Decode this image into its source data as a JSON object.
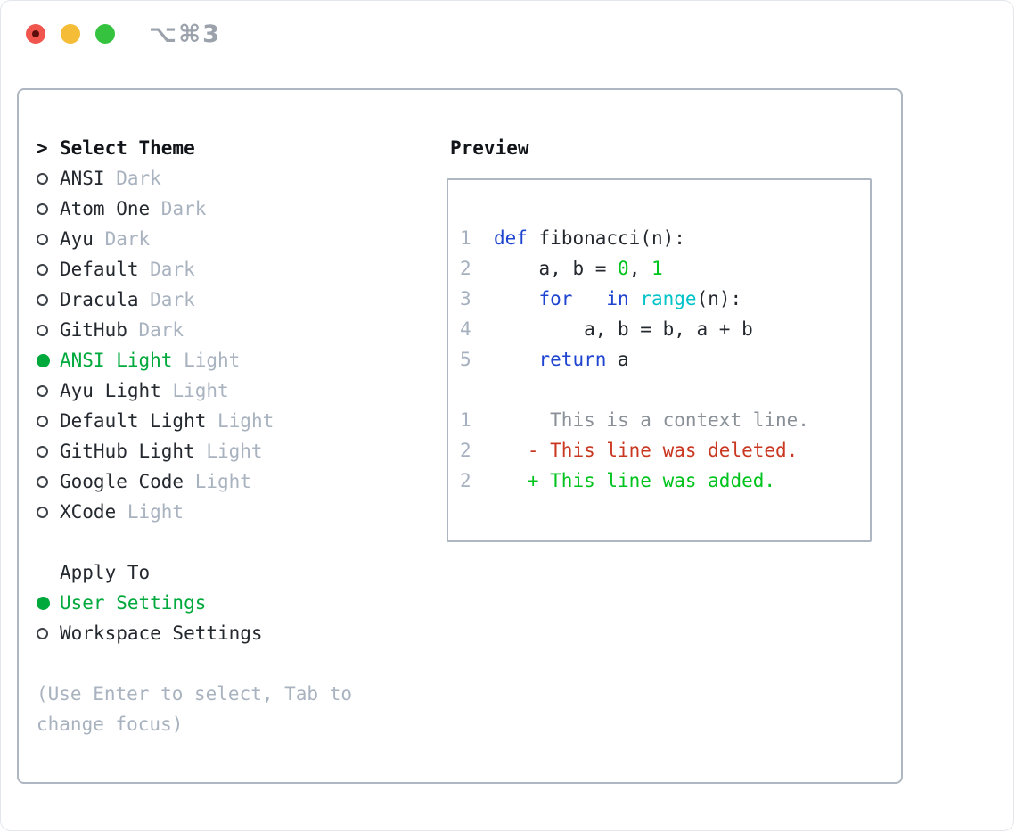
{
  "window": {
    "title": "⌥⌘3"
  },
  "theme_selector": {
    "prompt": ">",
    "header": "Select Theme",
    "themes": [
      {
        "name": "ANSI",
        "tag": "Dark",
        "selected": false
      },
      {
        "name": "Atom One",
        "tag": "Dark",
        "selected": false
      },
      {
        "name": "Ayu",
        "tag": "Dark",
        "selected": false
      },
      {
        "name": "Default",
        "tag": "Dark",
        "selected": false
      },
      {
        "name": "Dracula",
        "tag": "Dark",
        "selected": false
      },
      {
        "name": "GitHub",
        "tag": "Dark",
        "selected": false
      },
      {
        "name": "ANSI Light",
        "tag": "Light",
        "selected": true
      },
      {
        "name": "Ayu Light",
        "tag": "Light",
        "selected": false
      },
      {
        "name": "Default Light",
        "tag": "Light",
        "selected": false
      },
      {
        "name": "GitHub Light",
        "tag": "Light",
        "selected": false
      },
      {
        "name": "Google Code",
        "tag": "Light",
        "selected": false
      },
      {
        "name": "XCode",
        "tag": "Light",
        "selected": false
      }
    ],
    "apply_to": {
      "label": "Apply To",
      "options": [
        {
          "name": "User Settings",
          "selected": true
        },
        {
          "name": "Workspace Settings",
          "selected": false
        }
      ]
    },
    "hint": "(Use Enter to select, Tab to change focus)"
  },
  "preview": {
    "label": "Preview",
    "lines": [
      {
        "num": "1",
        "segs": [
          {
            "t": "  ",
            "c": "plain"
          },
          {
            "t": "def",
            "c": "kw"
          },
          {
            "t": " fibonacci(n):",
            "c": "plain"
          }
        ]
      },
      {
        "num": "2",
        "segs": [
          {
            "t": "      a, b = ",
            "c": "plain"
          },
          {
            "t": "0",
            "c": "num"
          },
          {
            "t": ", ",
            "c": "plain"
          },
          {
            "t": "1",
            "c": "num"
          }
        ]
      },
      {
        "num": "3",
        "segs": [
          {
            "t": "      ",
            "c": "plain"
          },
          {
            "t": "for",
            "c": "kw"
          },
          {
            "t": " _ ",
            "c": "plain"
          },
          {
            "t": "in",
            "c": "kw"
          },
          {
            "t": " ",
            "c": "plain"
          },
          {
            "t": "range",
            "c": "builtin"
          },
          {
            "t": "(n):",
            "c": "plain"
          }
        ]
      },
      {
        "num": "4",
        "segs": [
          {
            "t": "          a, b = b, a + b",
            "c": "plain"
          }
        ]
      },
      {
        "num": "5",
        "segs": [
          {
            "t": "      ",
            "c": "plain"
          },
          {
            "t": "return",
            "c": "kw"
          },
          {
            "t": " a",
            "c": "plain"
          }
        ]
      },
      {
        "num": "",
        "segs": []
      },
      {
        "num": "1",
        "segs": [
          {
            "t": "       This is a context line.",
            "c": "ctx"
          }
        ]
      },
      {
        "num": "2",
        "segs": [
          {
            "t": "     ",
            "c": "plain"
          },
          {
            "t": "- This line was deleted.",
            "c": "del"
          }
        ]
      },
      {
        "num": "2",
        "segs": [
          {
            "t": "     ",
            "c": "plain"
          },
          {
            "t": "+ This line was added.",
            "c": "add"
          }
        ]
      }
    ]
  },
  "colors": {
    "kw": "#1e44d0",
    "builtin": "#00c3c8",
    "num-green": "#00c31d",
    "add": "#00c31d",
    "del": "#ca3721",
    "ctx": "#8a9098",
    "lineno": "#a6b0bf",
    "plain": "#24292f",
    "tag": "#a9b3c0",
    "hint": "#a9b3c0",
    "ui-green": "#00a93c",
    "border": "#aeb7c1",
    "title-gray": "#9ba2ab",
    "tl-red": "#f0554e",
    "tl-red-dot": "#5d0f0c",
    "tl-yellow": "#f5bc38",
    "tl-green": "#35c33f"
  }
}
